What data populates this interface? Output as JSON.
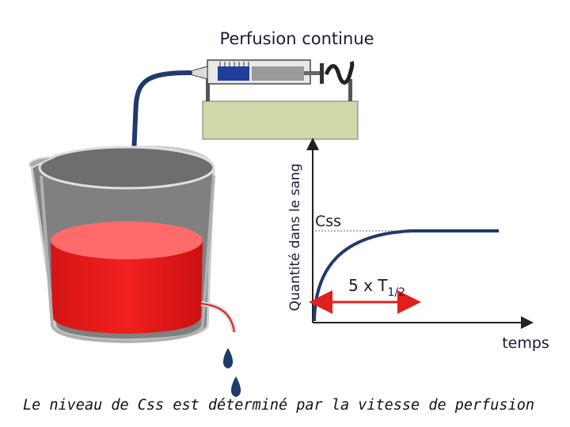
{
  "title": "Perfusion continue",
  "y_axis_label": "Quantité dans le sang",
  "x_axis_label": "temps",
  "css_label": "Css",
  "half_life": {
    "prefix": "5 x T",
    "subscript": "1/2"
  },
  "caption": "Le niveau de Css est déterminé par la vitesse de perfusion",
  "colors": {
    "curve": "#1f3a6b",
    "liquid": "#ee1c1c",
    "liquid_top": "#ff6b6b",
    "arrow": "#e0201e",
    "tube": "#1f3a6b",
    "pump_base": "#cfd8a8"
  }
}
